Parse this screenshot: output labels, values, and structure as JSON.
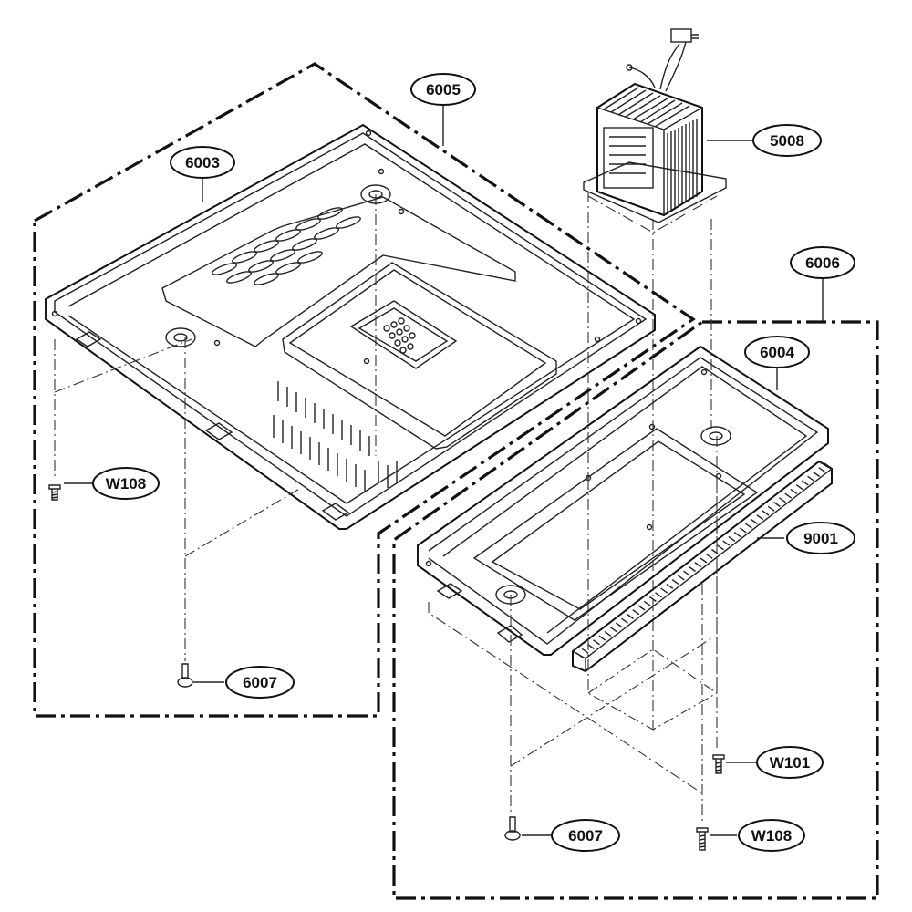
{
  "diagram": {
    "callouts": [
      {
        "id": "c6003",
        "label": "6003"
      },
      {
        "id": "c6005",
        "label": "6005"
      },
      {
        "id": "c5008",
        "label": "5008"
      },
      {
        "id": "c6006",
        "label": "6006"
      },
      {
        "id": "c6004",
        "label": "6004"
      },
      {
        "id": "c9001",
        "label": "9001"
      },
      {
        "id": "cW108a",
        "label": "W108"
      },
      {
        "id": "c6007a",
        "label": "6007"
      },
      {
        "id": "cW101",
        "label": "W101"
      },
      {
        "id": "c6007b",
        "label": "6007"
      },
      {
        "id": "cW108b",
        "label": "W108"
      }
    ]
  }
}
